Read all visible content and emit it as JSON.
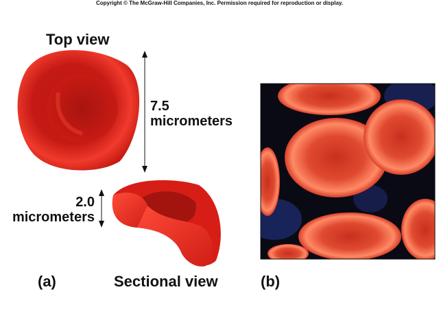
{
  "copyright": "Copyright © The McGraw-Hill Companies, Inc. Permission required for reproduction or display.",
  "top_view_label": "Top view",
  "diameter": {
    "value": "7.5",
    "unit": "micrometers"
  },
  "thickness": {
    "value": "2.0",
    "unit": "micrometers"
  },
  "sectional_view_label": "Sectional view",
  "panel_a_label": "(a)",
  "panel_b_label": "(b)",
  "colors": {
    "cell": "#e0201a",
    "cell_dark": "#9c1410",
    "photo_bg": "#0a0a14"
  }
}
